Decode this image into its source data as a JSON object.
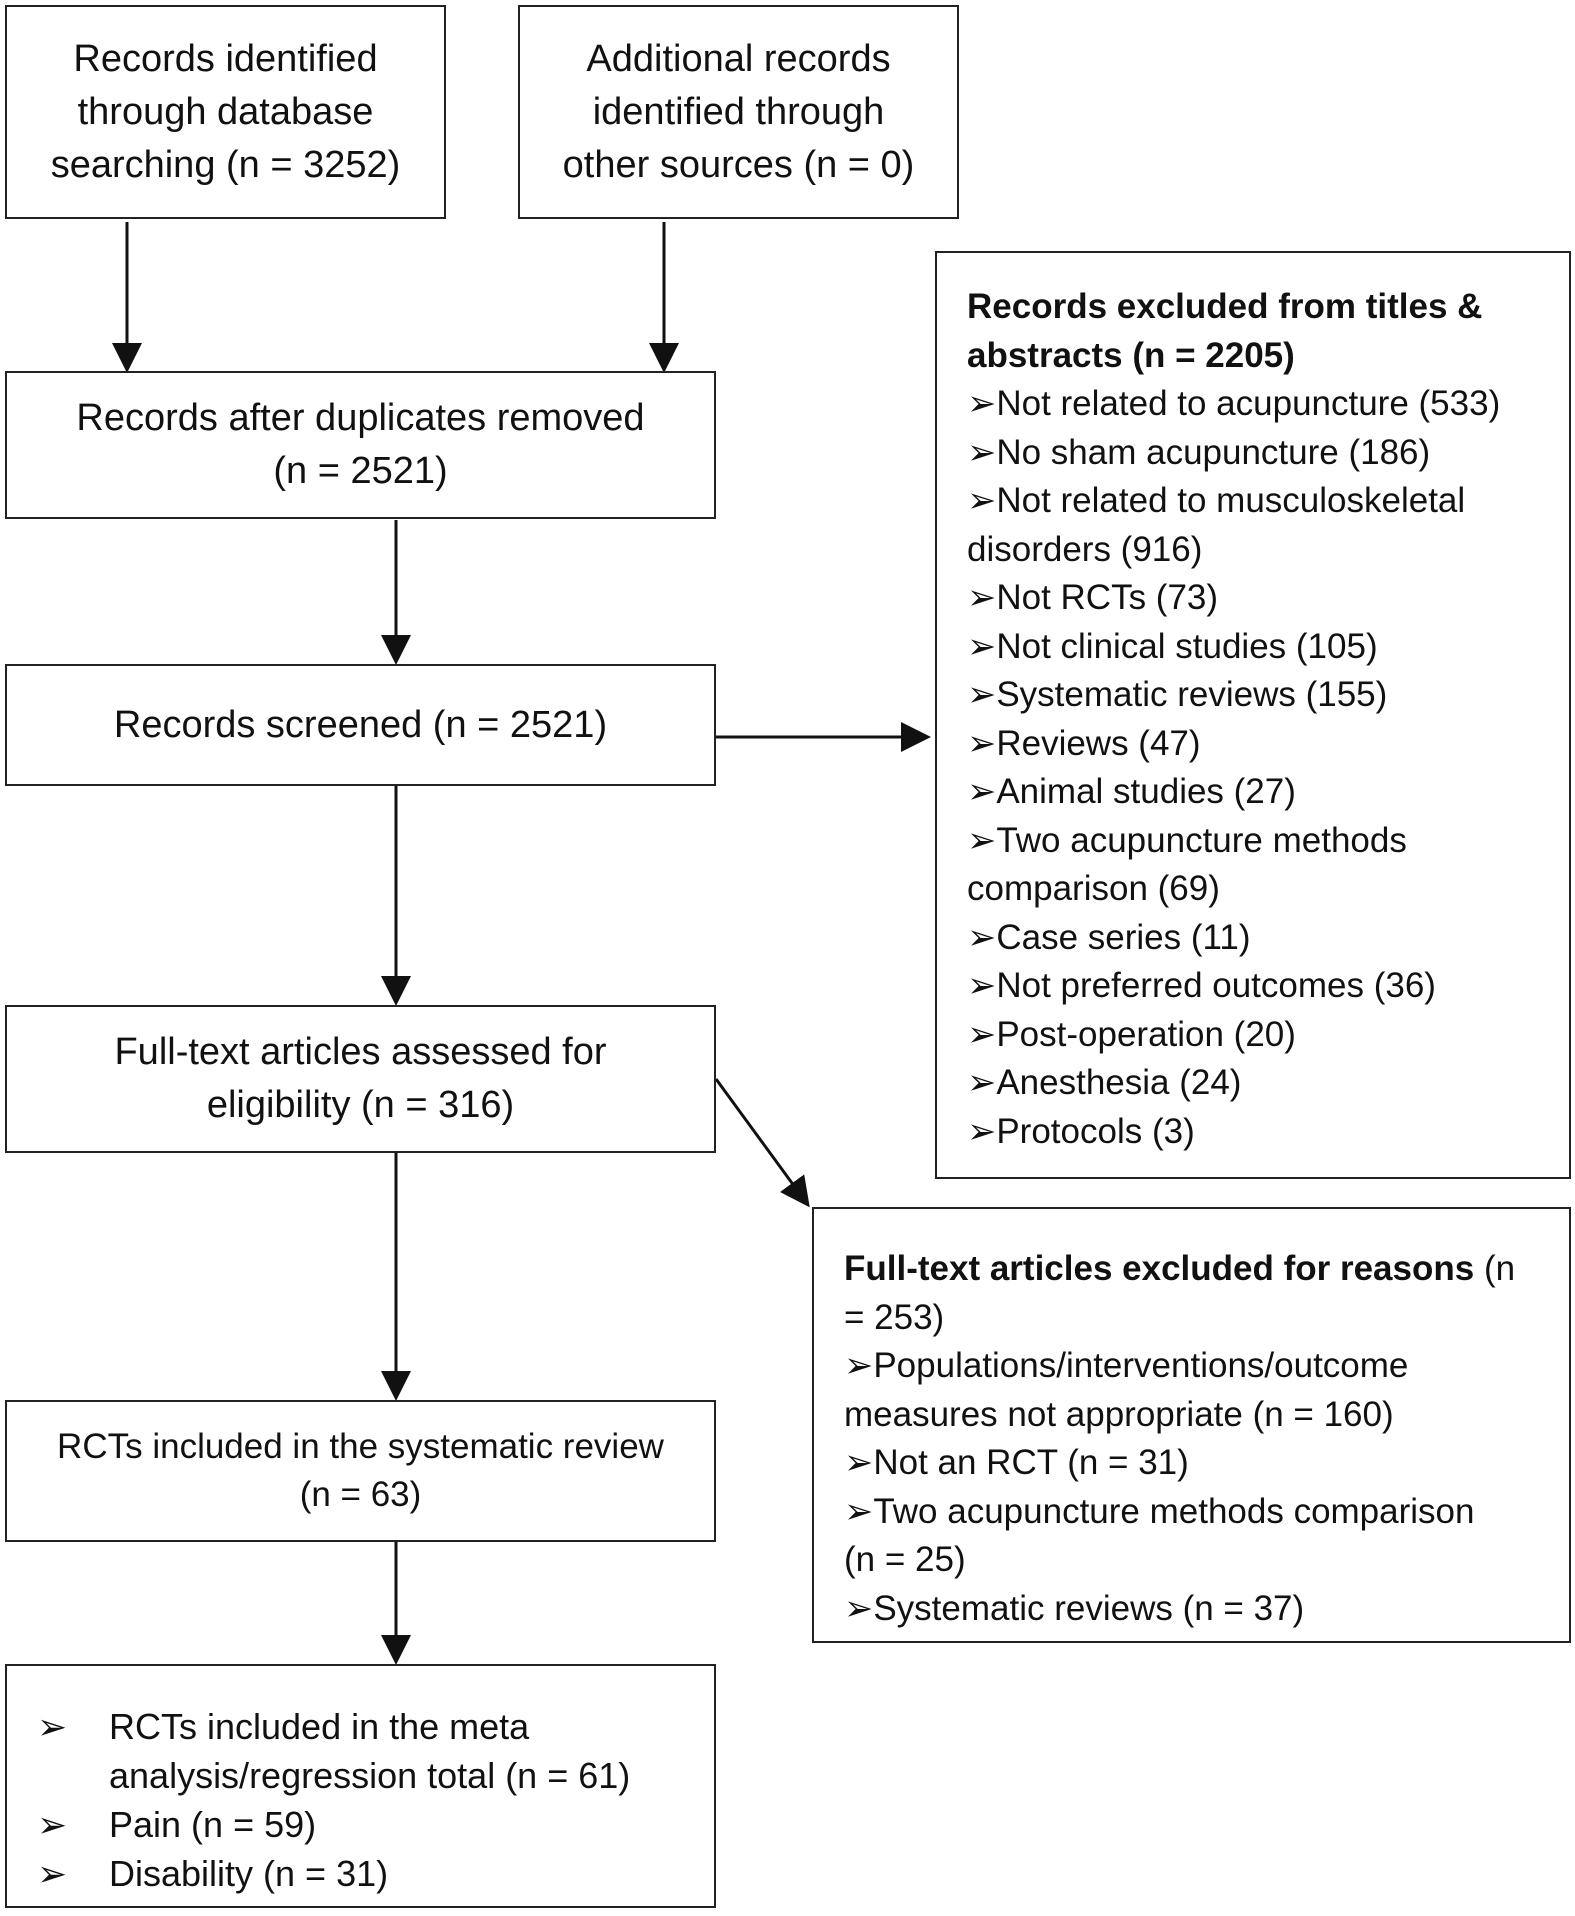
{
  "boxes": {
    "identified": [
      "Records identified",
      "through database",
      "searching (n = 3252)"
    ],
    "additional": [
      "Additional records",
      "identified through",
      "other sources (n = 0)"
    ],
    "duplicates": [
      "Records after duplicates removed",
      "(n = 2521)"
    ],
    "screened": [
      "Records screened (n = 2521)"
    ],
    "fulltext": [
      "Full-text articles assessed for",
      "eligibility (n = 316)"
    ],
    "included": [
      "RCTs included in the systematic review",
      "(n = 63)"
    ]
  },
  "excluded_titles": {
    "title_lines": [
      "Records excluded from titles &",
      "abstracts (n = 2205)"
    ],
    "items": [
      "➢Not related to acupuncture (533)",
      "➢No sham acupuncture (186)",
      "➢Not related to musculoskeletal",
      "disorders (916)",
      "➢Not RCTs (73)",
      "➢Not clinical studies (105)",
      "➢Systematic reviews (155)",
      "➢Reviews (47)",
      "➢Animal studies (27)",
      "➢Two acupuncture methods",
      "comparison (69)",
      "➢Case series (11)",
      "➢Not preferred outcomes (36)",
      "➢Post-operation (20)",
      "➢Anesthesia (24)",
      "➢Protocols (3)"
    ]
  },
  "excluded_fulltext": {
    "title_bold": "Full-text articles excluded for reasons",
    "title_rest": " (n",
    "title_line2": "= 253)",
    "items": [
      "➢Populations/interventions/outcome",
      "measures not appropriate (n = 160)",
      "➢Not an RCT (n = 31)",
      "➢Two acupuncture methods comparison",
      "(n = 25)",
      "➢Systematic reviews (n = 37)"
    ]
  },
  "meta": {
    "marker": "➢",
    "items": [
      [
        "RCTs included in the meta",
        "analysis/regression total (n = 61)"
      ],
      [
        "Pain (n = 59)"
      ],
      [
        "Disability (n = 31)"
      ]
    ]
  }
}
